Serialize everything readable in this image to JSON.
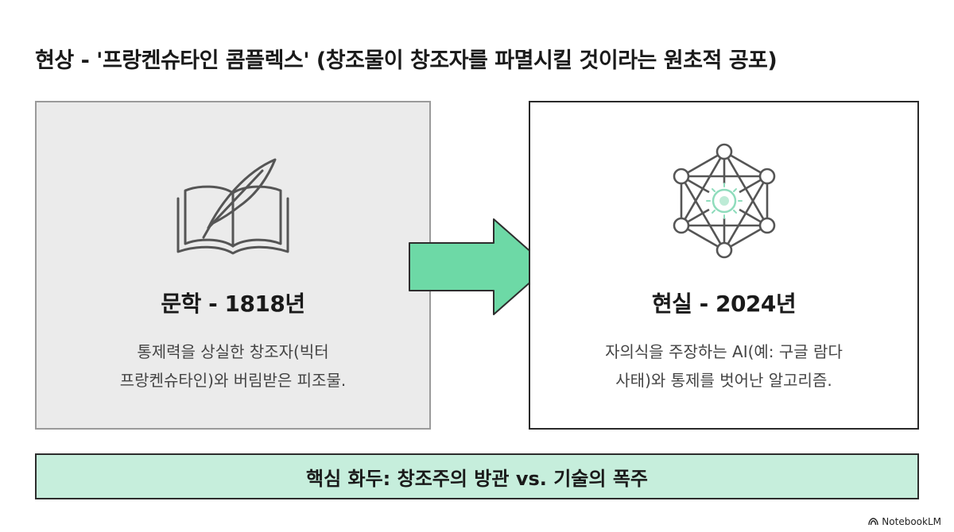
{
  "title": "현상 - '프랑켄슈타인 콤플렉스' (창조물이 창조자를 파멸시킬 것이라는 원초적 공포)",
  "left_panel": {
    "icon": "book-quill-icon",
    "heading": "문학 - 1818년",
    "desc_line1": "통제력을 상실한 창조자(빅터",
    "desc_line2": "프랑켄슈타인)와 버림받은 피조물."
  },
  "right_panel": {
    "icon": "neural-network-icon",
    "heading": "현실 - 2024년",
    "desc_line1": "자의식을 주장하는 AI(예: 구글 람다",
    "desc_line2": "사태)와 통제를 벗어난 알고리즘."
  },
  "arrow": {
    "icon": "right-arrow-icon",
    "color": "#6dd9a6"
  },
  "bottom_bar": {
    "text": "핵심 화두: 창조주의 방관 vs. 기술의 폭주",
    "color": "#c6eedc"
  },
  "brand": {
    "icon": "notebooklm-logo-icon",
    "label": "NotebookLM"
  }
}
